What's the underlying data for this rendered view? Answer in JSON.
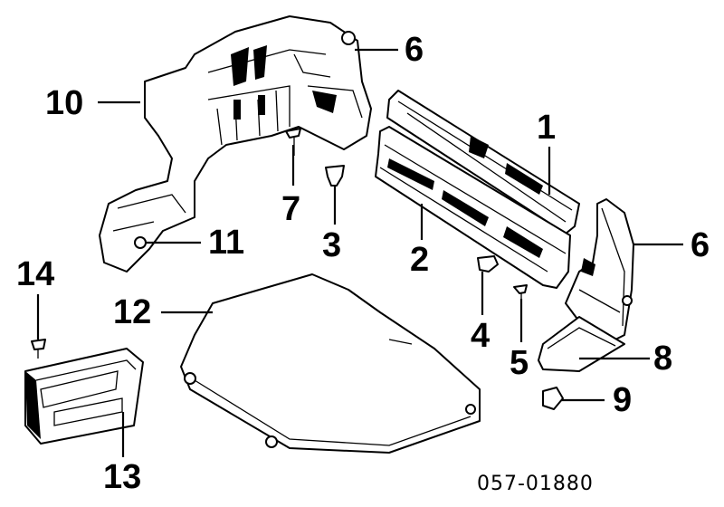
{
  "diagram": {
    "callouts": [
      {
        "id": "c1",
        "label": "1"
      },
      {
        "id": "c2",
        "label": "2"
      },
      {
        "id": "c3",
        "label": "3"
      },
      {
        "id": "c4",
        "label": "4"
      },
      {
        "id": "c5",
        "label": "5"
      },
      {
        "id": "c6a",
        "label": "6"
      },
      {
        "id": "c6b",
        "label": "6"
      },
      {
        "id": "c7",
        "label": "7"
      },
      {
        "id": "c8",
        "label": "8"
      },
      {
        "id": "c9",
        "label": "9"
      },
      {
        "id": "c10",
        "label": "10"
      },
      {
        "id": "c11",
        "label": "11"
      },
      {
        "id": "c12",
        "label": "12"
      },
      {
        "id": "c13",
        "label": "13"
      },
      {
        "id": "c14",
        "label": "14"
      }
    ],
    "diagram_code": "057-01880"
  }
}
